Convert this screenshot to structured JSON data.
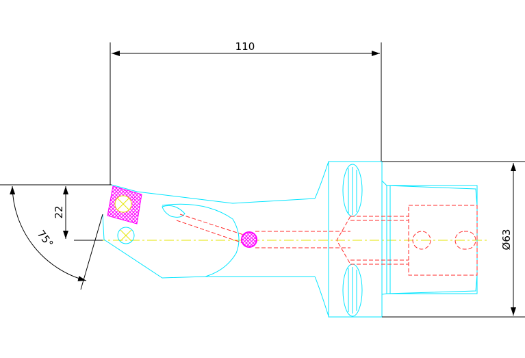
{
  "dimensions": {
    "length": "110",
    "offset": "22",
    "angle": "75°",
    "diameter": "Ø63"
  },
  "colors": {
    "outline": "#00e5ff",
    "hidden_lines": "#ff2a2a",
    "centerline": "#e6e600",
    "insert": "#ff00ff",
    "dimension": "#000000",
    "background": "#ffffff"
  },
  "icons": {
    "insert": "square-insert-crosshatch",
    "screw": "cross-circle",
    "coolant": "filled-circle"
  }
}
